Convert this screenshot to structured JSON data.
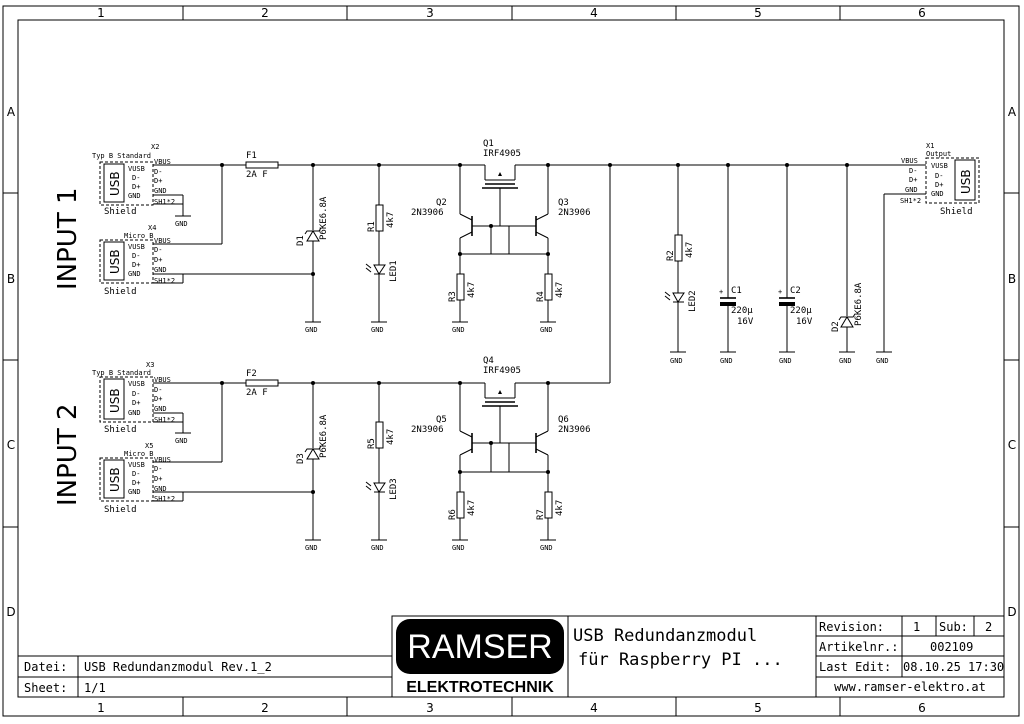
{
  "frame": {
    "cols": [
      "1",
      "2",
      "3",
      "4",
      "5",
      "6"
    ],
    "rows": [
      "A",
      "B",
      "C",
      "D"
    ]
  },
  "inputs": {
    "input1": "INPUT 1",
    "input2": "INPUT 2"
  },
  "connectors": {
    "x2": {
      "ref": "X2",
      "type": "Typ B Standard",
      "body": "USB",
      "pins": [
        "VUSB",
        "D-",
        "D+",
        "GND"
      ],
      "shield": "Shield",
      "pins_ext": [
        "VBUS",
        "D-",
        "D+",
        "GND",
        "SH1*2"
      ]
    },
    "x4": {
      "ref": "X4",
      "type": "Micro B",
      "body": "USB",
      "pins": [
        "VUSB",
        "D-",
        "D+",
        "GND"
      ],
      "shield": "Shield",
      "pins_ext": [
        "VBUS",
        "D-",
        "D+",
        "GND",
        "SH1*2"
      ]
    },
    "x3": {
      "ref": "X3",
      "type": "Typ B Standard",
      "body": "USB",
      "pins": [
        "VUSB",
        "D-",
        "D+",
        "GND"
      ],
      "shield": "Shield",
      "pins_ext": [
        "VBUS",
        "D-",
        "D+",
        "GND",
        "SH1*2"
      ]
    },
    "x5": {
      "ref": "X5",
      "type": "Micro B",
      "body": "USB",
      "pins": [
        "VUSB",
        "D-",
        "D+",
        "GND"
      ],
      "shield": "Shield",
      "pins_ext": [
        "VBUS",
        "D-",
        "D+",
        "GND",
        "SH1*2"
      ]
    },
    "x1": {
      "ref": "X1",
      "type": "Output",
      "body": "USB",
      "pins": [
        "VUSB",
        "D-",
        "D+",
        "GND"
      ],
      "shield": "Shield",
      "pins_ext": [
        "VBUS",
        "D-",
        "D+",
        "GND",
        "SH1*2"
      ]
    }
  },
  "parts": {
    "f1": {
      "ref": "F1",
      "value": "2A F"
    },
    "f2": {
      "ref": "F2",
      "value": "2A F"
    },
    "d1": {
      "ref": "D1",
      "value": "P6KE6.8A"
    },
    "d2": {
      "ref": "D2",
      "value": "P6KE6.8A"
    },
    "d3": {
      "ref": "D3",
      "value": "P6KE6.8A"
    },
    "r1": {
      "ref": "R1",
      "value": "4k7"
    },
    "r2": {
      "ref": "R2",
      "value": "4k7"
    },
    "r3": {
      "ref": "R3",
      "value": "4k7"
    },
    "r4": {
      "ref": "R4",
      "value": "4k7"
    },
    "r5": {
      "ref": "R5",
      "value": "4k7"
    },
    "r6": {
      "ref": "R6",
      "value": "4k7"
    },
    "r7": {
      "ref": "R7",
      "value": "4k7"
    },
    "led1": {
      "ref": "LED1"
    },
    "led2": {
      "ref": "LED2"
    },
    "led3": {
      "ref": "LED3"
    },
    "q1": {
      "ref": "Q1",
      "value": "IRF4905"
    },
    "q4": {
      "ref": "Q4",
      "value": "IRF4905"
    },
    "q2": {
      "ref": "Q2",
      "value": "2N3906"
    },
    "q3": {
      "ref": "Q3",
      "value": "2N3906"
    },
    "q5": {
      "ref": "Q5",
      "value": "2N3906"
    },
    "q6": {
      "ref": "Q6",
      "value": "2N3906"
    },
    "c1": {
      "ref": "C1",
      "value": "220µ",
      "voltage": "16V"
    },
    "c2": {
      "ref": "C2",
      "value": "220µ",
      "voltage": "16V"
    },
    "gnd": "GND"
  },
  "titleblock": {
    "company": "RAMSER",
    "company_sub": "ELEKTROTECHNIK",
    "title_line1": "USB Redundanzmodul",
    "title_line2": "für Raspberry PI ...",
    "revision_label": "Revision:",
    "revision": "1",
    "sub_label": "Sub:",
    "sub": "2",
    "article_label": "Artikelnr.:",
    "article": "002109",
    "lastedit_label": "Last Edit:",
    "lastedit": "08.10.25 17:30",
    "website": "www.ramser-elektro.at",
    "file_label": "Datei:",
    "file": "USB Redundanzmodul Rev.1_2",
    "sheet_label": "Sheet:",
    "sheet": "1/1"
  }
}
